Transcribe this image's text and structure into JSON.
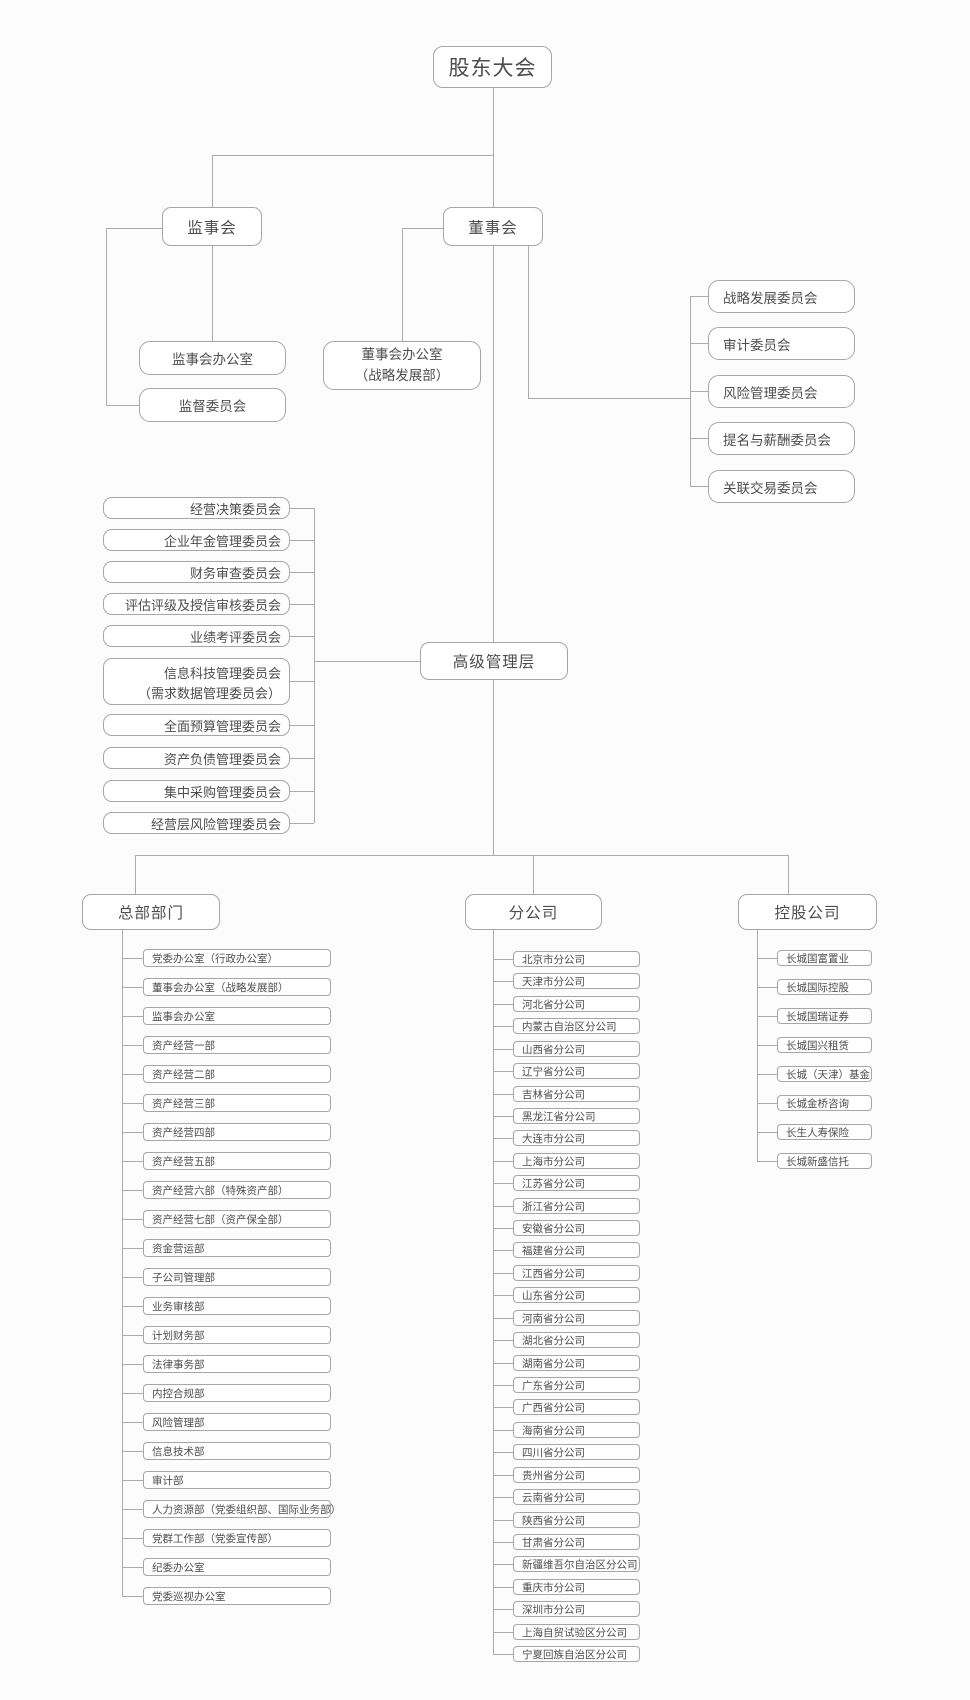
{
  "org": {
    "shareholders": {
      "label": "股东大会"
    },
    "supervisory_board": {
      "label": "监事会"
    },
    "board_of_directors": {
      "label": "董事会"
    },
    "supervisory_board_office": {
      "label": "监事会办公室"
    },
    "supervision_committee": {
      "label": "监督委员会"
    },
    "board_office": {
      "line1": "董事会办公室",
      "line2": "（战略发展部）"
    },
    "senior_management": {
      "label": "高级管理层"
    },
    "board_committees": [
      {
        "label": "战略发展委员会"
      },
      {
        "label": "审计委员会"
      },
      {
        "label": "风险管理委员会"
      },
      {
        "label": "提名与薪酬委员会"
      },
      {
        "label": "关联交易委员会"
      }
    ],
    "management_committees": [
      {
        "label": "经营决策委员会"
      },
      {
        "label": "企业年金管理委员会"
      },
      {
        "label": "财务审查委员会"
      },
      {
        "label": "评估评级及授信审核委员会"
      },
      {
        "label": "业绩考评委员会"
      },
      {
        "label": "信息科技管理委员会",
        "label2": "（需求数据管理委员会）"
      },
      {
        "label": "全面预算管理委员会"
      },
      {
        "label": "资产负债管理委员会"
      },
      {
        "label": "集中采购管理委员会"
      },
      {
        "label": "经营层风险管理委员会"
      }
    ],
    "headquarters": {
      "label": "总部部门",
      "items": [
        "党委办公室（行政办公室）",
        "董事会办公室（战略发展部）",
        "监事会办公室",
        "资产经营一部",
        "资产经营二部",
        "资产经营三部",
        "资产经营四部",
        "资产经营五部",
        "资产经营六部（特殊资产部）",
        "资产经营七部（资产保全部）",
        "资金营运部",
        "子公司管理部",
        "业务审核部",
        "计划财务部",
        "法律事务部",
        "内控合规部",
        "风险管理部",
        "信息技术部",
        "审计部",
        "人力资源部（党委组织部、国际业务部）",
        "党群工作部（党委宣传部）",
        "纪委办公室",
        "党委巡视办公室"
      ]
    },
    "branches": {
      "label": "分公司",
      "items": [
        "北京市分公司",
        "天津市分公司",
        "河北省分公司",
        "内蒙古自治区分公司",
        "山西省分公司",
        "辽宁省分公司",
        "吉林省分公司",
        "黑龙江省分公司",
        "大连市分公司",
        "上海市分公司",
        "江苏省分公司",
        "浙江省分公司",
        "安徽省分公司",
        "福建省分公司",
        "江西省分公司",
        "山东省分公司",
        "河南省分公司",
        "湖北省分公司",
        "湖南省分公司",
        "广东省分公司",
        "广西省分公司",
        "海南省分公司",
        "四川省分公司",
        "贵州省分公司",
        "云南省分公司",
        "陕西省分公司",
        "甘肃省分公司",
        "新疆维吾尔自治区分公司",
        "重庆市分公司",
        "深圳市分公司",
        "上海自贸试验区分公司",
        "宁夏回族自治区分公司"
      ]
    },
    "holdings": {
      "label": "控股公司",
      "items": [
        "长城国富置业",
        "长城国际控股",
        "长城国瑞证券",
        "长城国兴租赁",
        "长城（天津）基金",
        "长城金桥咨询",
        "长生人寿保险",
        "长城新盛信托"
      ]
    }
  }
}
